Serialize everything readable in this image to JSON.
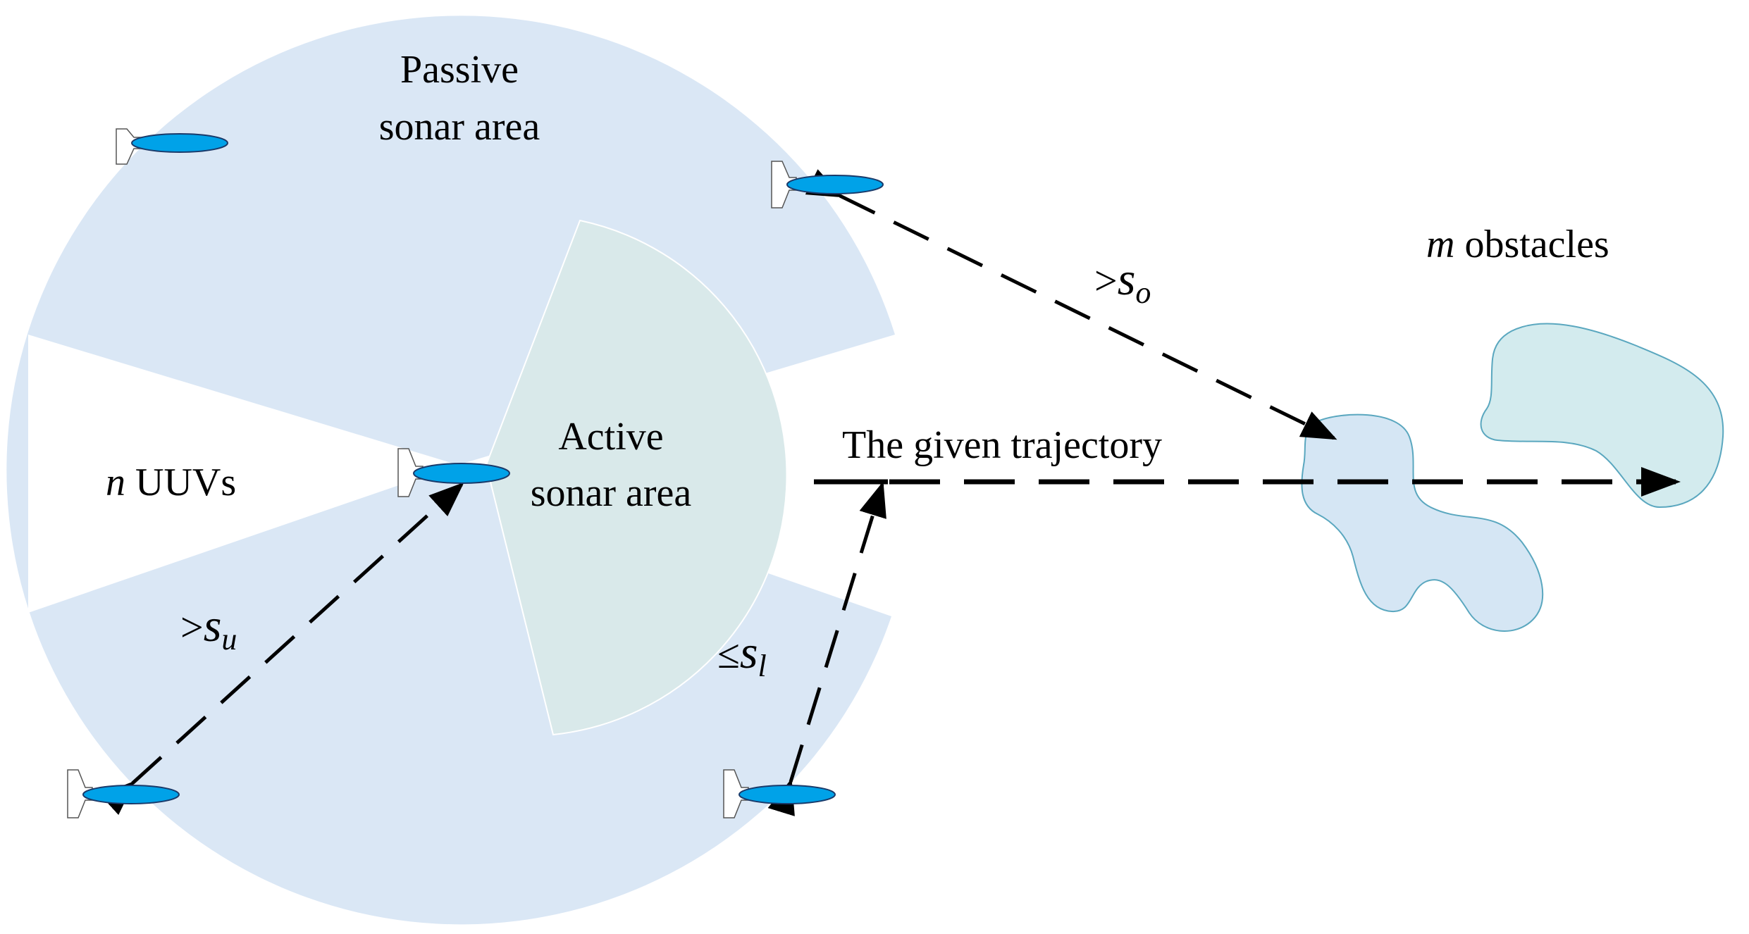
{
  "labels": {
    "passive_line1": "Passive",
    "passive_line2": "sonar area",
    "active_line1": "Active",
    "active_line2": "sonar area",
    "uuvs_var": "n",
    "uuvs_text": " UUVs",
    "obstacles_var": "m",
    "obstacles_text": " obstacles",
    "trajectory": "The given trajectory",
    "dist_o_prefix": ">",
    "dist_o_var": "s",
    "dist_o_sub": "o",
    "dist_u_prefix": ">",
    "dist_u_var": "s",
    "dist_u_sub": "u",
    "dist_l_prefix": "≤",
    "dist_l_var": "s",
    "dist_l_sub": "l"
  },
  "colors": {
    "passive_area": "#dae7f5",
    "active_area": "#d9e9ea",
    "uuv_body": "#00a2e8",
    "obstacle_1": "#d5e6f4",
    "obstacle_2": "#d3ebee",
    "obstacle_stroke": "#5aa7bf",
    "arrow": "#000000"
  },
  "icons": {
    "uuv": "uuv-icon",
    "obstacle": "obstacle-shape"
  }
}
